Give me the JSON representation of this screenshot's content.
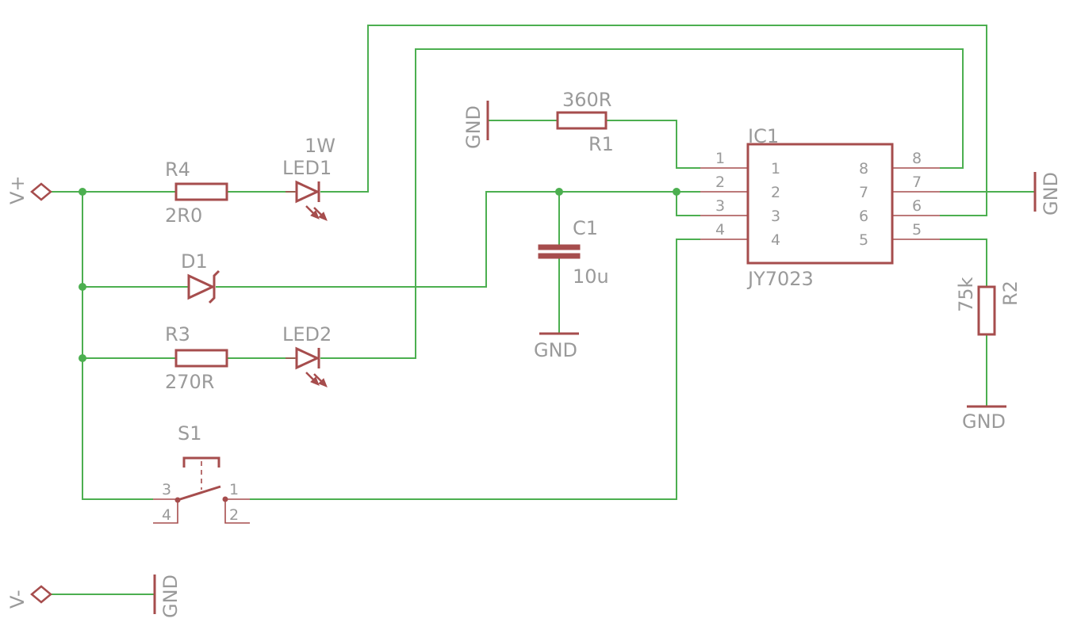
{
  "power": {
    "vplus": "V+",
    "vminus": "V-",
    "gnd_labels": [
      "GND",
      "GND",
      "GND",
      "GND",
      "GND"
    ]
  },
  "components": {
    "r4": {
      "ref": "R4",
      "value": "2R0"
    },
    "led1": {
      "ref": "LED1",
      "value": "1W"
    },
    "d1": {
      "ref": "D1"
    },
    "r3": {
      "ref": "R3",
      "value": "270R"
    },
    "led2": {
      "ref": "LED2"
    },
    "s1": {
      "ref": "S1",
      "pins": [
        "3",
        "4",
        "1",
        "2"
      ]
    },
    "r1": {
      "ref": "R1",
      "value": "360R"
    },
    "c1": {
      "ref": "C1",
      "value": "10u"
    },
    "ic1": {
      "ref": "IC1",
      "part": "JY7023",
      "pins_left": [
        "1",
        "2",
        "3",
        "4"
      ],
      "pins_right": [
        "8",
        "7",
        "6",
        "5"
      ]
    },
    "r2": {
      "ref": "R2",
      "value": "75k"
    }
  },
  "colors": {
    "wire": "#4caf50",
    "symbol": "#a64d4d",
    "text": "#9a9a9a"
  }
}
